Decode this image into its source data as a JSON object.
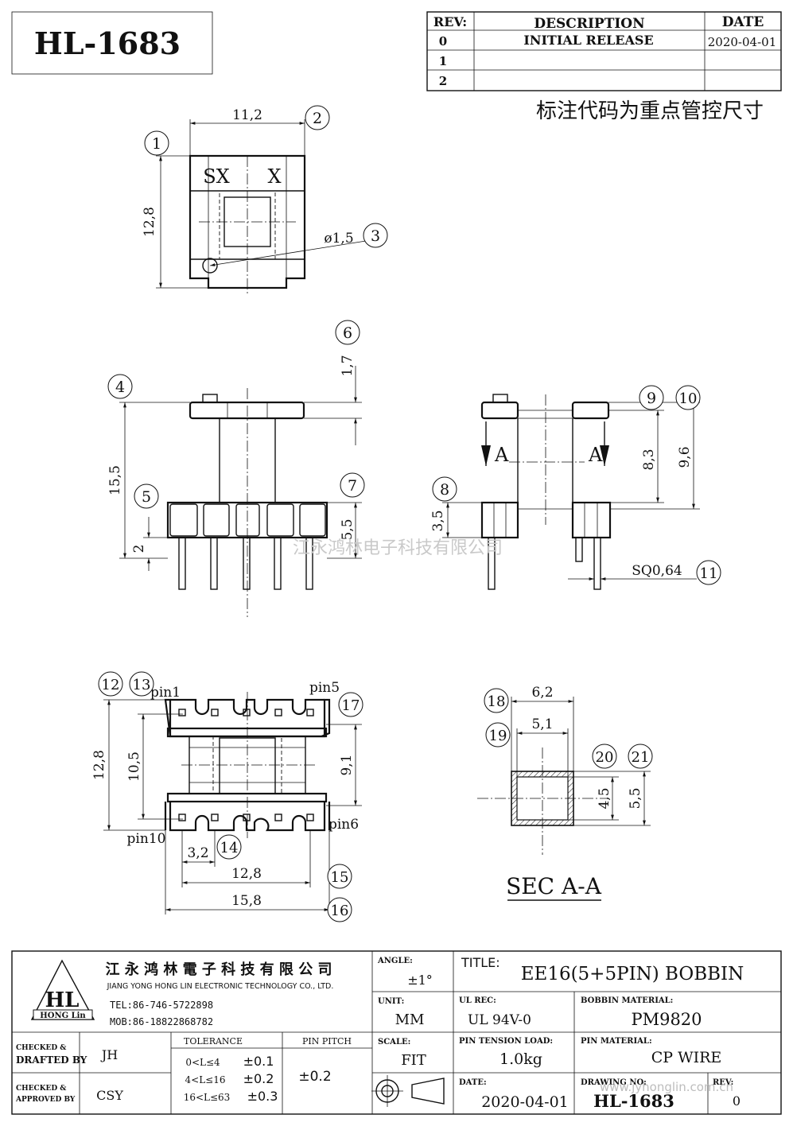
{
  "part_number": "HL-1683",
  "revision_table": {
    "headers": {
      "rev": "REV:",
      "description": "DESCRIPTION",
      "date": "DATE"
    },
    "rows": [
      {
        "rev": "0",
        "description": "INITIAL  RELEASE",
        "date": "2020-04-01"
      },
      {
        "rev": "1",
        "description": "",
        "date": ""
      },
      {
        "rev": "2",
        "description": "",
        "date": ""
      }
    ]
  },
  "note": "标注代码为重点管控尺寸",
  "dimensions": {
    "top_width": "11,2",
    "top_height": "12,8",
    "hole_dia": "ø1,5",
    "flange_thk": "1,7",
    "overall_height": "15,5",
    "base_height": "5,5",
    "pin_standoff": "2",
    "window_height": "8,3",
    "overall_height_side": "9,6",
    "lower_height": "3,5",
    "pin_size": "SQ0,64",
    "bottom_height": "12,8",
    "inner_height": "10,5",
    "core_height": "9,1",
    "pin_pitch": "3,2",
    "pin_span": "12,8",
    "base_width": "15,8",
    "sec_outer_w": "6,2",
    "sec_inner_w": "5,1",
    "sec_inner_h": "4,5",
    "sec_outer_h": "5,5"
  },
  "view_labels": {
    "sx": "SX",
    "x": "X",
    "section_a": "A",
    "section_title": "SEC A-A",
    "pin1": "pin1",
    "pin5": "pin5",
    "pin6": "pin6",
    "pin10": "pin10"
  },
  "balloons": [
    "1",
    "2",
    "3",
    "4",
    "5",
    "6",
    "7",
    "8",
    "9",
    "10",
    "11",
    "12",
    "13",
    "14",
    "15",
    "16",
    "17",
    "18",
    "19",
    "20",
    "21"
  ],
  "watermark": "江永鸿林电子科技有限公司",
  "title_block": {
    "company_cn": "江 永 鸿 林 電 子 科 技 有 限 公 司",
    "company_en": "JIANG YONG HONG LIN ELECTRONIC TECHNOLOGY CO., LTD.",
    "logo_letters": "HL",
    "logo_text": "HONG Lin",
    "tel": "TEL:86-746-5722898",
    "mob": "MOB:86-18822868782",
    "angle_label": "ANGLE:",
    "angle_value": "±1°",
    "title_label": "TITLE:",
    "title_value": "EE16(5+5PIN) BOBBIN",
    "unit_label": "UNIT:",
    "unit_value": "MM",
    "ul_label": "UL REC:",
    "ul_value": "UL 94V-0",
    "bobbin_mat_label": "BOBBIN MATERIAL:",
    "bobbin_mat_value": "PM9820",
    "checked_drafted_label_1": "CHECKED &",
    "checked_drafted_label_2": "DRAFTED BY",
    "drafted_by": "JH",
    "checked_approved_label_1": "CHECKED &",
    "checked_approved_label_2": "APPROVED BY",
    "approved_by": "CSY",
    "tolerance_label": "TOLERANCE",
    "tolerances": [
      {
        "range": "0<L≤4",
        "value": "±0.1"
      },
      {
        "range": "4<L≤16",
        "value": "±0.2"
      },
      {
        "range": "16<L≤63",
        "value": "±0.3"
      }
    ],
    "pin_pitch_label": "PIN PITCH",
    "pin_pitch_value": "±0.2",
    "scale_label": "SCALE:",
    "scale_value": "FIT",
    "pin_tension_label": "PIN TENSION LOAD:",
    "pin_tension_value": "1.0kg",
    "pin_mat_label": "PIN MATERIAL:",
    "pin_mat_value": "CP WIRE",
    "date_label": "DATE:",
    "date_value": "2020-04-01",
    "drawing_no_label": "DRAWING NO:",
    "drawing_no_value": "HL-1683",
    "rev_label": "REV:",
    "rev_value": "0",
    "website": "www.jyhonglin.com.cn"
  }
}
